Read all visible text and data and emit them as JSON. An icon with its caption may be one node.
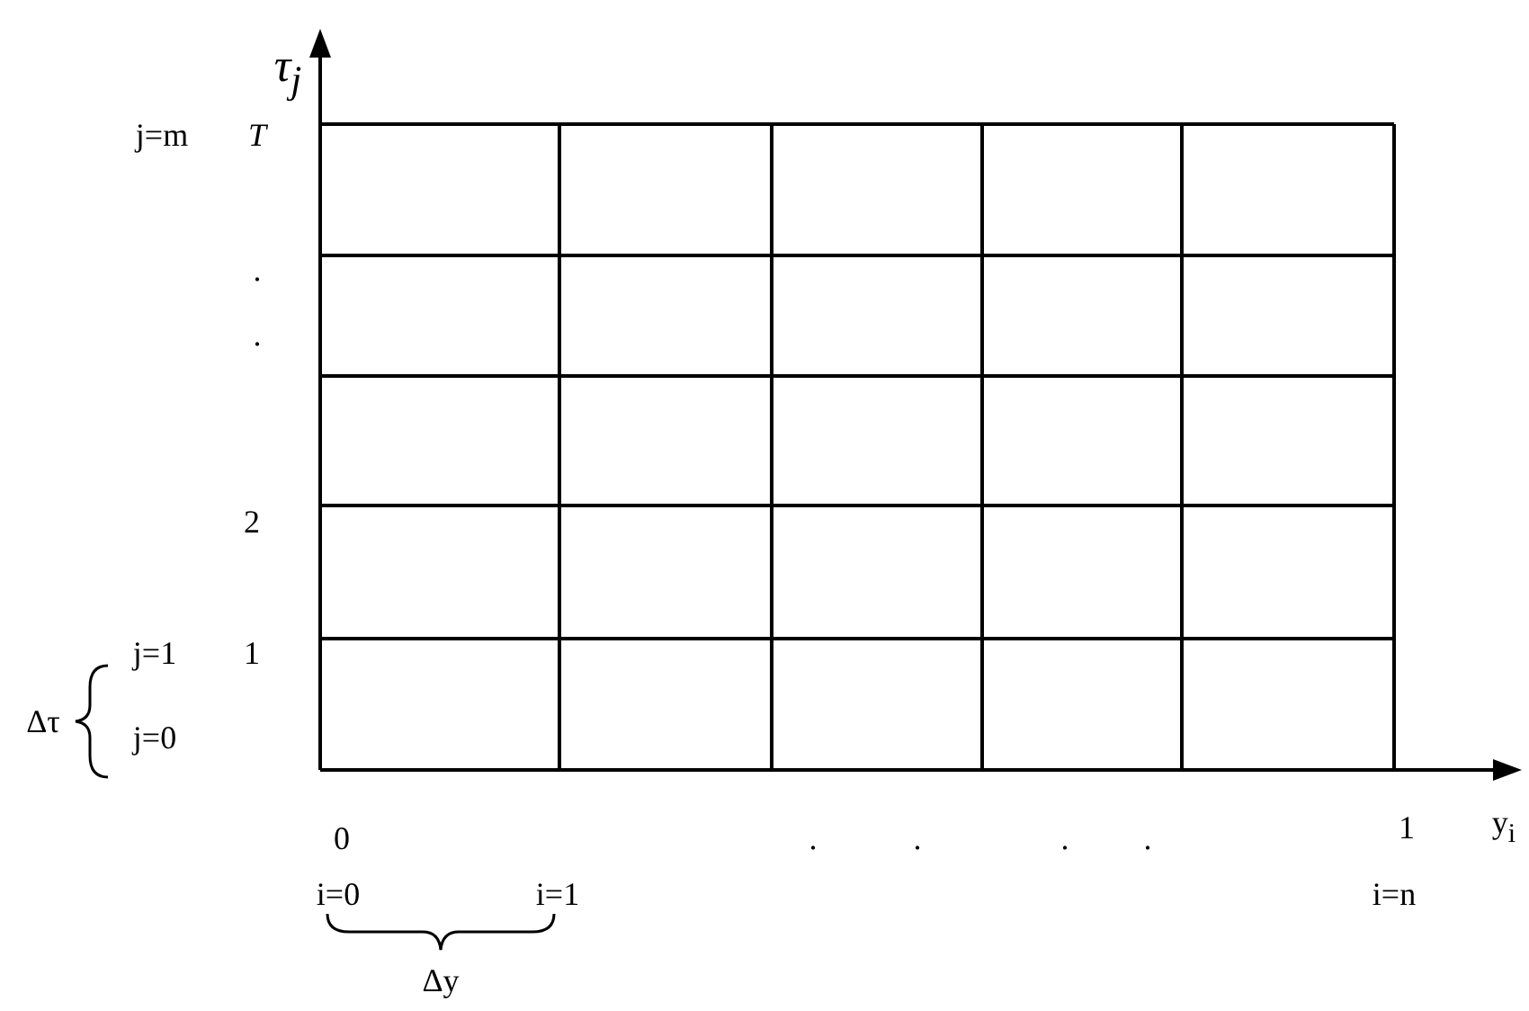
{
  "diagram": {
    "labels": [
      "τ$_{j}$",
      "j=m",
      "T",
      ".",
      ".",
      "2",
      "j=1",
      "1",
      "Δτ",
      "j=0",
      "0",
      ".",
      ".",
      ".",
      ".",
      "1",
      "y$_{i}$",
      "i=0",
      "i=1",
      "i=n",
      "Δy"
    ]
  }
}
